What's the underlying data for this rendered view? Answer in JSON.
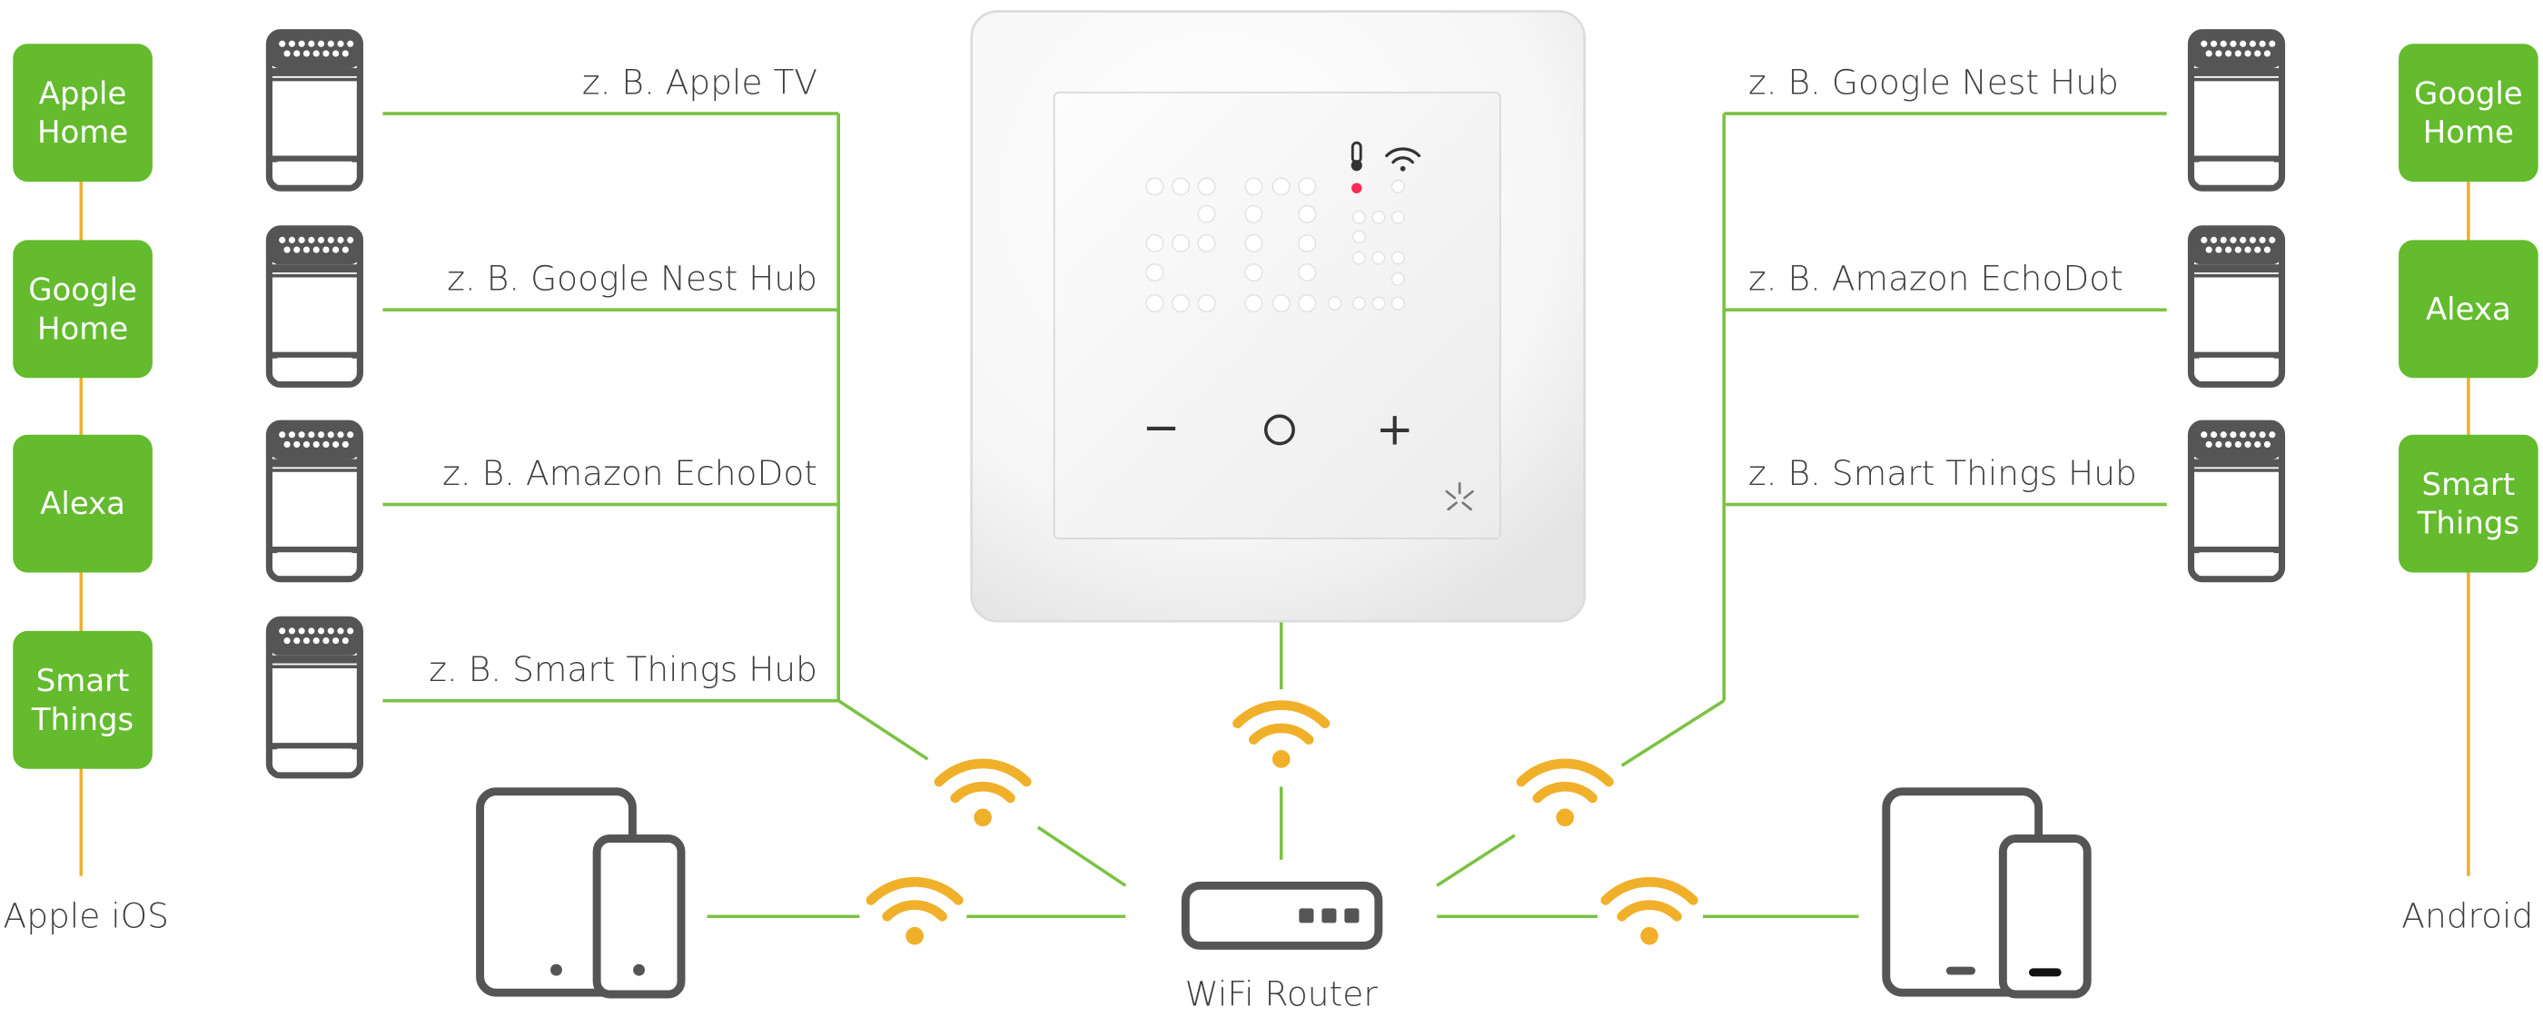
{
  "left_ecosystem": {
    "platform_label": "Apple iOS",
    "pills": [
      {
        "lines": [
          "Apple",
          "Home"
        ]
      },
      {
        "lines": [
          "Google",
          "Home"
        ]
      },
      {
        "lines": [
          "Alexa"
        ]
      },
      {
        "lines": [
          "Smart",
          "Things"
        ]
      }
    ]
  },
  "right_ecosystem": {
    "platform_label": "Android",
    "pills": [
      {
        "lines": [
          "Google",
          "Home"
        ]
      },
      {
        "lines": [
          "Alexa"
        ]
      },
      {
        "lines": [
          "Smart",
          "Things"
        ]
      }
    ]
  },
  "left_hubs": [
    {
      "label": "z. B. Apple TV"
    },
    {
      "label": "z. B. Google Nest Hub"
    },
    {
      "label": "z. B. Amazon EchoDot"
    },
    {
      "label": "z. B. Smart Things Hub"
    }
  ],
  "right_hubs": [
    {
      "label": "z. B. Google Nest Hub"
    },
    {
      "label": "z. B. Amazon EchoDot"
    },
    {
      "label": "z. B. Smart Things Hub"
    }
  ],
  "thermostat": {
    "display": "20.5",
    "buttons": [
      "−",
      "○",
      "+"
    ]
  },
  "router": {
    "label": "WiFi Router"
  },
  "colors": {
    "pill_green": "#63bb2d",
    "line_green": "#7cc243",
    "wifi_orange": "#f0b02a",
    "ios_line": "#f0b02a",
    "device_gray": "#555555",
    "text": "#3d3d3d"
  },
  "icons": {
    "hub": "smart-hub-icon",
    "wifi": "wifi-icon",
    "tablet_phone": "tablet-phone-icon",
    "router": "router-icon",
    "thermometer": "thermometer-icon",
    "logo": "brand-logo-icon"
  }
}
